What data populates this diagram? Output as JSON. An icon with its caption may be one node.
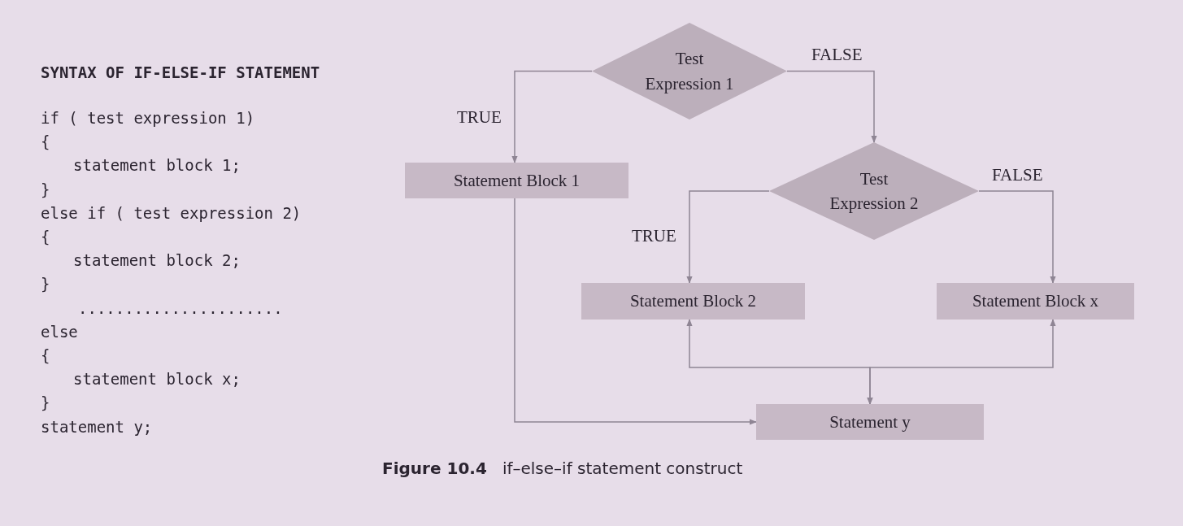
{
  "diagram": {
    "title": "SYNTAX OF IF-ELSE-IF STATEMENT",
    "caption": "**Figure 10.4**   if–else–if statement construct",
    "nodes": [
      {
        "text": [
          "Test Expression 1"
        ]
      },
      {
        "text": [
          "Statement Block 1"
        ]
      },
      {
        "text": [
          "Test Expression 2"
        ]
      },
      {
        "text": [
          "Statement Block 2"
        ]
      },
      {
        "text": [
          "Statement Block x"
        ]
      },
      {
        "text": [
          "Statement y"
        ]
      }
    ],
    "edges": [
      {
        "from": 0,
        "to": 1,
        "arrow": "to",
        "label": "TRUE"
      },
      {
        "from": 0,
        "to": 2,
        "arrow": "to",
        "label": "FALSE"
      },
      {
        "from": 2,
        "to": 3,
        "arrow": "to",
        "label": "TRUE"
      },
      {
        "from": 2,
        "to": 4,
        "arrow": "to",
        "label": "FALSE"
      },
      {
        "from": 1,
        "to": 5,
        "arrow": "to"
      },
      {
        "from": 3,
        "to": 5,
        "arrow": "both"
      },
      {
        "from": 4,
        "to": 5,
        "arrow": "both"
      }
    ],
    "labels": [
      "if ( test expression 1)",
      "{",
      "statement block 1;",
      "}",
      "else if ( test expression 2)",
      "{",
      "statement block 2;",
      "}",
      "......................",
      "else",
      "{",
      "statement block x;",
      "}",
      "statement y;"
    ]
  }
}
